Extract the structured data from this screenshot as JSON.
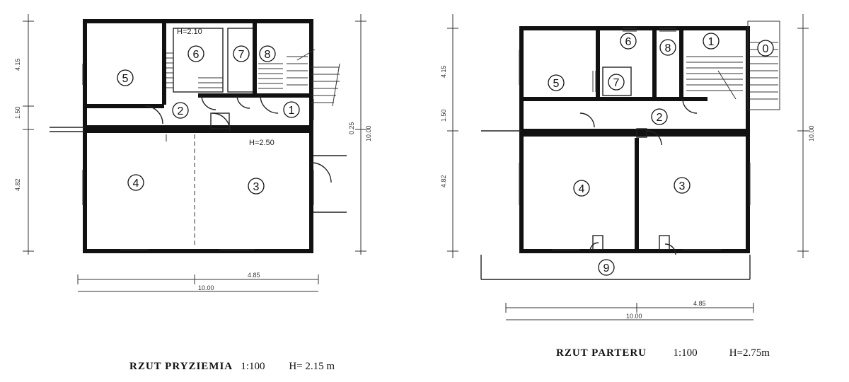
{
  "left_plan": {
    "caption": "RZUT PRYZIEMIA",
    "scale": "1:100",
    "height": "H= 2.15 m",
    "room_labels": {
      "r1": "1",
      "r2": "2",
      "r3": "3",
      "r4": "4",
      "r5": "5",
      "r6": "6",
      "r7": "7",
      "r8": "8"
    },
    "annotations": {
      "h_small": "H=2.10",
      "h_main": "H=2.50"
    },
    "dims": {
      "d1": "4.15",
      "d2": "1.50",
      "d3": "4.82",
      "d4": "10.00",
      "d5": "0.25",
      "d6": "4.85"
    }
  },
  "right_plan": {
    "caption": "RZUT PARTERU",
    "scale": "1:100",
    "height": "H=2.75m",
    "room_labels": {
      "r0": "0",
      "r1": "1",
      "r2": "2",
      "r3": "3",
      "r4": "4",
      "r5": "5",
      "r6": "6",
      "r7": "7",
      "r8": "8",
      "r9": "9"
    },
    "dims": {
      "d1": "4.15",
      "d2": "1.50",
      "d3": "4.82",
      "d4": "10.00",
      "d5": "4.85"
    }
  },
  "colors": {
    "ink": "#111111",
    "paper": "#ffffff"
  }
}
